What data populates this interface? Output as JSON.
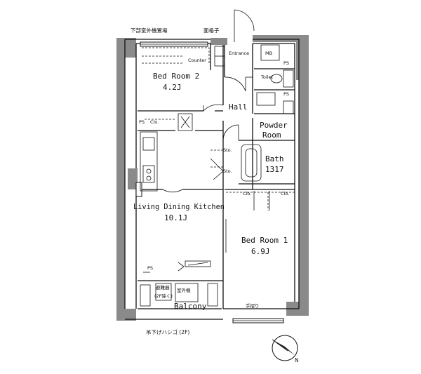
{
  "labels": {
    "top_left_note": "下部室外機置場",
    "top_right_note": "面格子",
    "entrance": "Entrance",
    "mb": "MB",
    "counter": "Counter",
    "toilet": "Toilet",
    "hall": "Hall",
    "powder_room_1": "Powder",
    "powder_room_2": "Room",
    "bath_1": "Bath",
    "bath_2": "1317",
    "bedroom2_name": "Bed Room 2",
    "bedroom2_size": "4.2J",
    "bedroom1_name": "Bed Room 1",
    "bedroom1_size": "6.9J",
    "ldk_name": "Living Dining Kitchen",
    "ldk_size": "10.1J",
    "balcony": "Balcony",
    "balcony_note_1": "避難器",
    "balcony_note_2": "(2F除く)",
    "balcony_note_3": "室外機",
    "bottom_note": "吊下げハシゴ (2F)",
    "handrail": "手摺り",
    "ps": "PS",
    "clo": "Clo.",
    "sto": "Sto.",
    "north": "N"
  }
}
